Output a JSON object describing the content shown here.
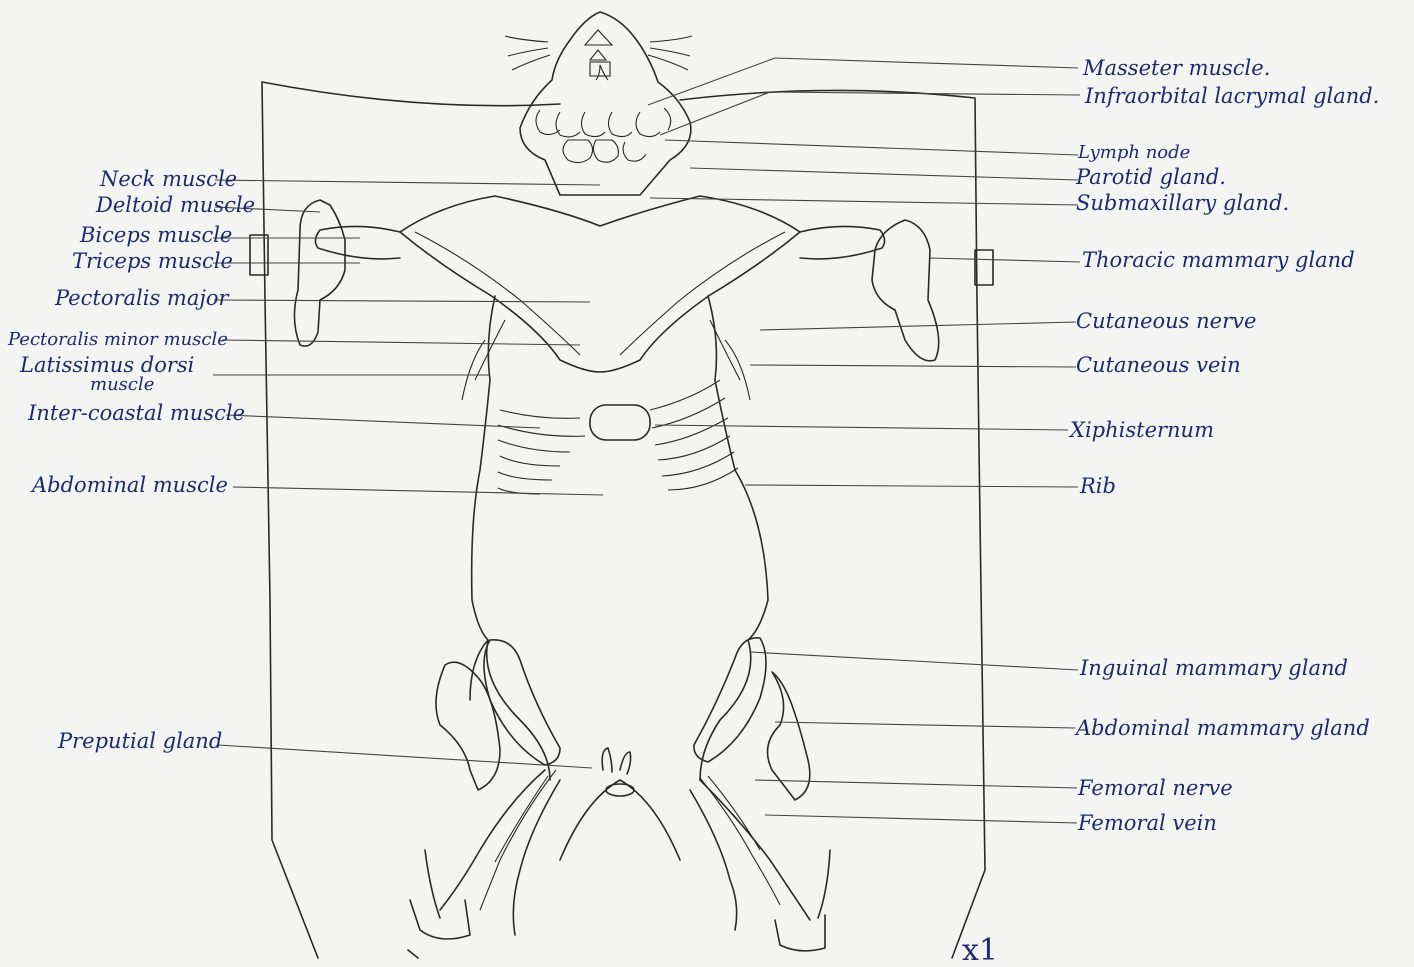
{
  "left_labels": [
    {
      "id": "neck",
      "text": "Neck muscle"
    },
    {
      "id": "deltoid",
      "text": "Deltoid muscle"
    },
    {
      "id": "biceps",
      "text": "Biceps muscle"
    },
    {
      "id": "triceps",
      "text": "Triceps muscle"
    },
    {
      "id": "pec-major",
      "text": "Pectoralis major"
    },
    {
      "id": "pec-minor",
      "text": "Pectoralis minor muscle"
    },
    {
      "id": "latissimus",
      "text": "Latissimus dorsi"
    },
    {
      "id": "latissimus2",
      "text": "muscle"
    },
    {
      "id": "intercostal",
      "text": "Inter-coastal muscle"
    },
    {
      "id": "abdominal",
      "text": "Abdominal muscle"
    },
    {
      "id": "preputial",
      "text": "Preputial gland"
    }
  ],
  "right_labels": [
    {
      "id": "masseter",
      "text": "Masseter muscle."
    },
    {
      "id": "infraorbital",
      "text": "Infraorbital lacrymal gland."
    },
    {
      "id": "lymph",
      "text": "Lymph node"
    },
    {
      "id": "parotid",
      "text": "Parotid gland."
    },
    {
      "id": "submax",
      "text": "Submaxillary gland."
    },
    {
      "id": "thoracic",
      "text": "Thoracic mammary gland"
    },
    {
      "id": "cut-nerve",
      "text": "Cutaneous nerve"
    },
    {
      "id": "cut-vein",
      "text": "Cutaneous vein"
    },
    {
      "id": "xiphi",
      "text": "Xiphisternum"
    },
    {
      "id": "rib",
      "text": "Rib"
    },
    {
      "id": "inguinal",
      "text": "Inguinal mammary gland"
    },
    {
      "id": "abd-mammary",
      "text": "Abdominal mammary gland"
    },
    {
      "id": "fem-nerve",
      "text": "Femoral nerve"
    },
    {
      "id": "fem-vein",
      "text": "Femoral vein"
    }
  ],
  "magnification": "x1"
}
